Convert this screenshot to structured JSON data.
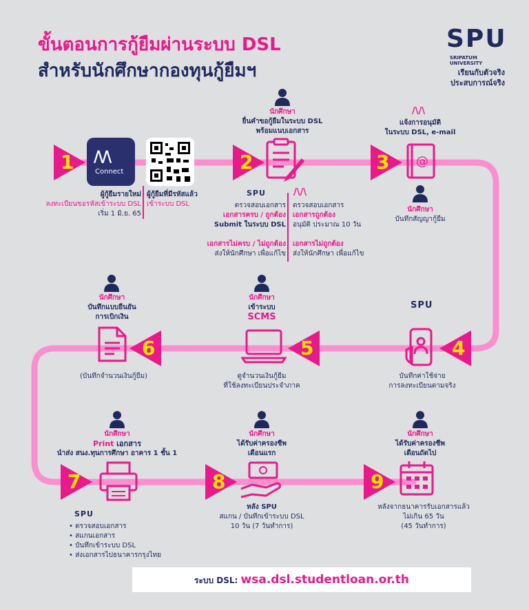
{
  "header": {
    "title_line1": "ขั้นตอนการกู้ยืมผ่านระบบ DSL",
    "title_line2": "สำหรับนักศึกษากองทุนกู้ยืมฯ"
  },
  "brand": {
    "logo": "SPU",
    "sub1": "SRIPATUM",
    "sub2": "UNIVERSITY",
    "tag1": "เรียนกับตัวจริง",
    "tag2": "ประสบการณ์จริง"
  },
  "colors": {
    "pink": "#e8198b",
    "navy": "#1f2a5c",
    "yellow": "#ffe100",
    "path": "#f98fd0"
  },
  "steps": {
    "s1": {
      "num": "1",
      "new_label": "ผู้กู้ยืมรายใหม่",
      "new_desc1": "ลงทะเบียนขอรหัสเข้าระบบ DSL",
      "new_desc2": "เริ่ม 1 มิ.ย. 65",
      "old_label": "ผู้กู้ยืมที่มีรหัสแล้ว",
      "old_desc": "เข้าระบบ DSL",
      "app_name": "Connect"
    },
    "s2": {
      "num": "2",
      "role": "นักศึกษา",
      "desc1": "ยื่นคำขอกู้ยืมในระบบ DSL",
      "desc2": "พร้อมแนบเอกสาร",
      "spu_check": "ตรวจสอบเอกสาร",
      "spu_ok": "เอกสารครบ / ถูกต้อง",
      "spu_submit": "Submit ในระบบ DSL",
      "spu_bad": "เอกสารไม่ครบ / ไม่ถูกต้อง",
      "spu_return": "ส่งให้นักศึกษา เพื่อแก้ไข",
      "fund_check": "ตรวจสอบเอกสาร",
      "fund_ok": "เอกสารถูกต้อง",
      "fund_approve": "อนุมัติ ประมาณ 10 วัน",
      "fund_bad": "เอกสารไม่ถูกต้อง",
      "fund_return": "ส่งให้นักศึกษา เพื่อแก้ไข"
    },
    "s3": {
      "num": "3",
      "desc1": "แจ้งการอนุมัติ",
      "desc2": "ในระบบ DSL, e-mail",
      "role": "นักศึกษา",
      "desc3": "บันทึกสัญญากู้ยืม"
    },
    "s4": {
      "num": "4",
      "desc1": "บันทึกค่าใช้จ่าย",
      "desc2": "การลงทะเบียนตามจริง"
    },
    "s5": {
      "num": "5",
      "role": "นักศึกษา",
      "desc1": "เข้าระบบ",
      "desc2": "SCMS",
      "desc3": "ดูจำนวนเงินกู้ยืม",
      "desc4": "ที่ใช้ลงทะเบียนประจำภาค"
    },
    "s6": {
      "num": "6",
      "role": "นักศึกษา",
      "desc1": "บันทึกแบบยืนยัน",
      "desc2": "การเบิกเงิน",
      "desc3": "(บันทึกจำนวนเงินกู้ยืม)"
    },
    "s7": {
      "num": "7",
      "role": "นักศึกษา",
      "desc1a": "Print",
      "desc1b": " เอกสาร",
      "desc2": "นำส่ง สนง.ทุนการศึกษา อาคาร 1 ชั้น 1",
      "list": [
        "• ตรวจสอบเอกสาร",
        "• สแกนเอกสาร",
        "• บันทึกเข้าระบบ DSL",
        "• ส่งเอกสารไปธนาคารกรุงไทย"
      ]
    },
    "s8": {
      "num": "8",
      "role": "นักศึกษา",
      "desc1": "ได้รับค่าครองชีพ",
      "desc2": "เดือนแรก",
      "desc3": "หลัง SPU",
      "desc4": "สแกน / บันทึกเข้าระบบ DSL",
      "desc5": "10 วัน (7 วันทำการ)"
    },
    "s9": {
      "num": "9",
      "role": "นักศึกษา",
      "desc1": "ได้รับค่าครองชีพ",
      "desc2": "เดือนถัดไป",
      "desc3": "หลังจากธนาคารรับเอกสารแล้ว",
      "desc4": "ไม่เกิน 65 วัน",
      "desc5": "(45 วันทำการ)"
    }
  },
  "footer": {
    "label": "ระบบ DSL: ",
    "url": "wsa.dsl.studentloan.or.th"
  }
}
